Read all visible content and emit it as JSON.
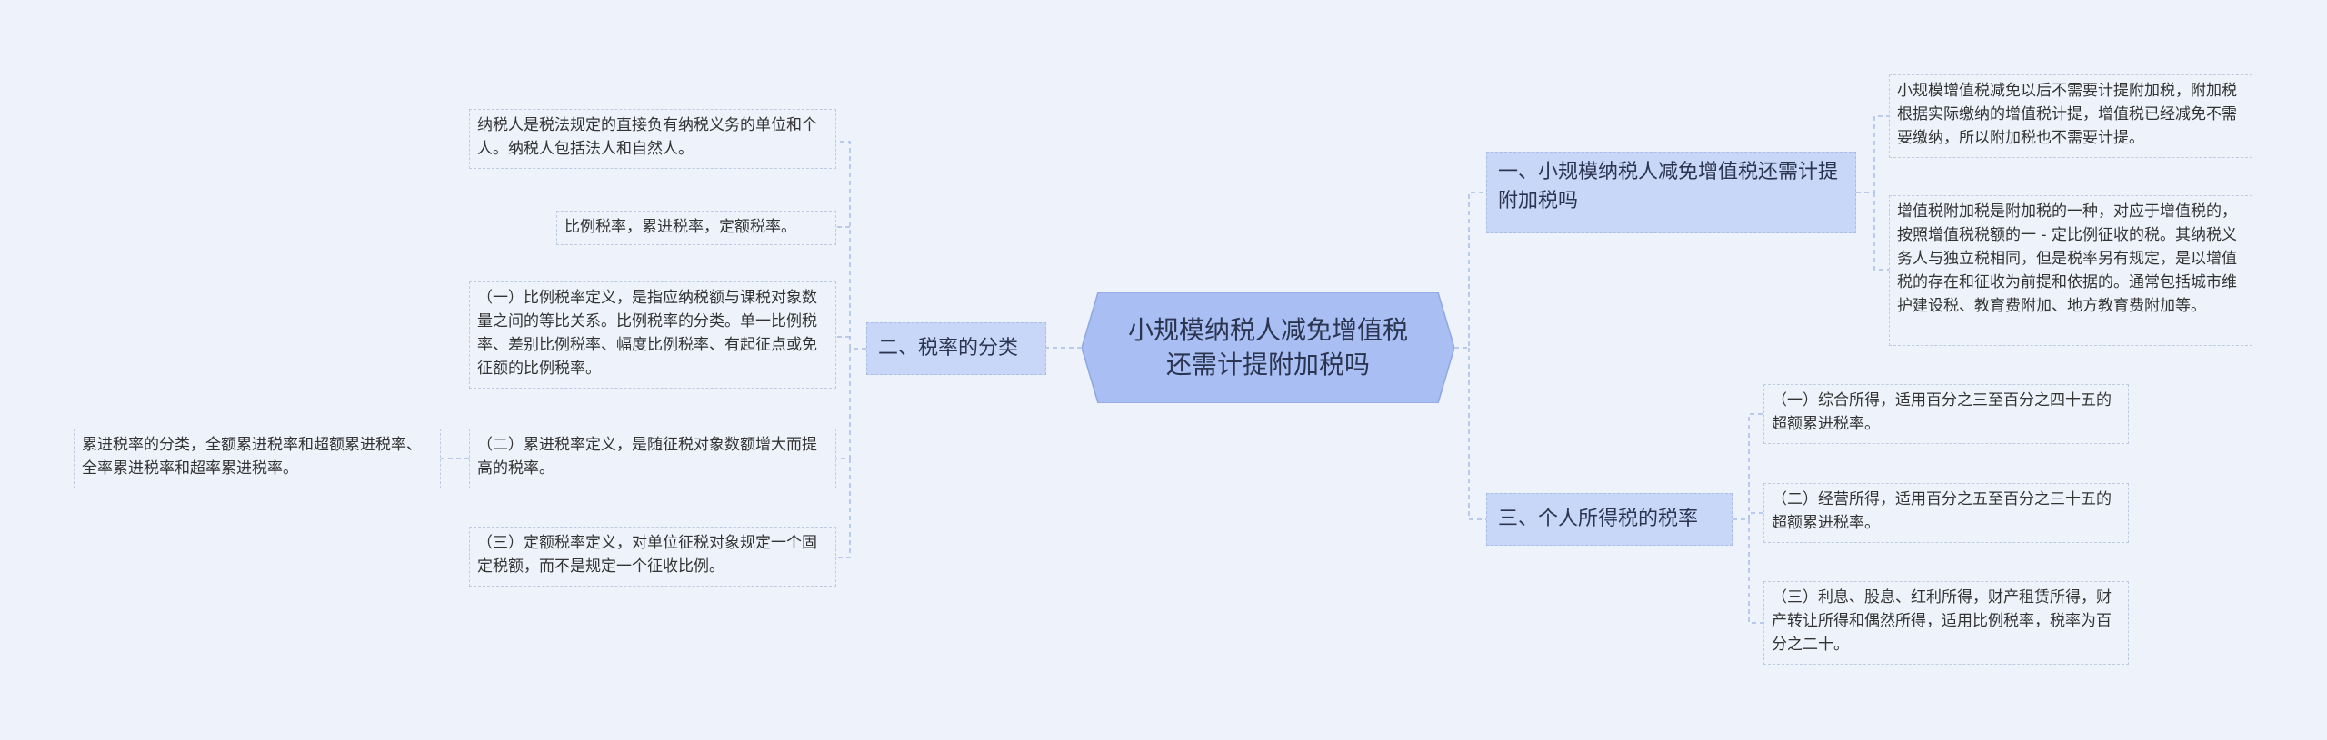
{
  "root": {
    "label": "小规模纳税人减免增值税还需计提附加税吗"
  },
  "branches": {
    "b1": "一、小规模纳税人减免增值税还需计提附加税吗",
    "b2": "二、税率的分类",
    "b3": "三、个人所得税的税率"
  },
  "leaves": {
    "l1a": "小规模增值税减免以后不需要计提附加税，附加税根据实际缴纳的增值税计提，增值税已经减免不需要缴纳，所以附加税也不需要计提。",
    "l1b": "增值税附加税是附加税的一种，对应于增值税的，按照增值税税额的一 - 定比例征收的税。其纳税义务人与独立税相同，但是税率另有规定，是以增值税的存在和征收为前提和依据的。通常包括城市维护建设税、教育费附加、地方教育费附加等。",
    "l2a": "纳税人是税法规定的直接负有纳税义务的单位和个人。纳税人包括法人和自然人。",
    "l2b": "比例税率，累进税率，定额税率。",
    "l2c": "（一）比例税率定义，是指应纳税额与课税对象数量之间的等比关系。比例税率的分类。单一比例税率、差别比例税率、幅度比例税率、有起征点或免征额的比例税率。",
    "l2d": "（二）累进税率定义，是随征税对象数额增大而提高的税率。",
    "l2d1": "累进税率的分类，全额累进税率和超额累进税率、全率累进税率和超率累进税率。",
    "l2e": "（三）定额税率定义，对单位征税对象规定一个固定税额，而不是规定一个征收比例。",
    "l3a": "（一）综合所得，适用百分之三至百分之四十五的超额累进税率。",
    "l3b": "（二）经营所得，适用百分之五至百分之三十五的超额累进税率。",
    "l3c": "（三）利息、股息、红利所得，财产租赁所得，财产转让所得和偶然所得，适用比例税率，税率为百分之二十。"
  }
}
